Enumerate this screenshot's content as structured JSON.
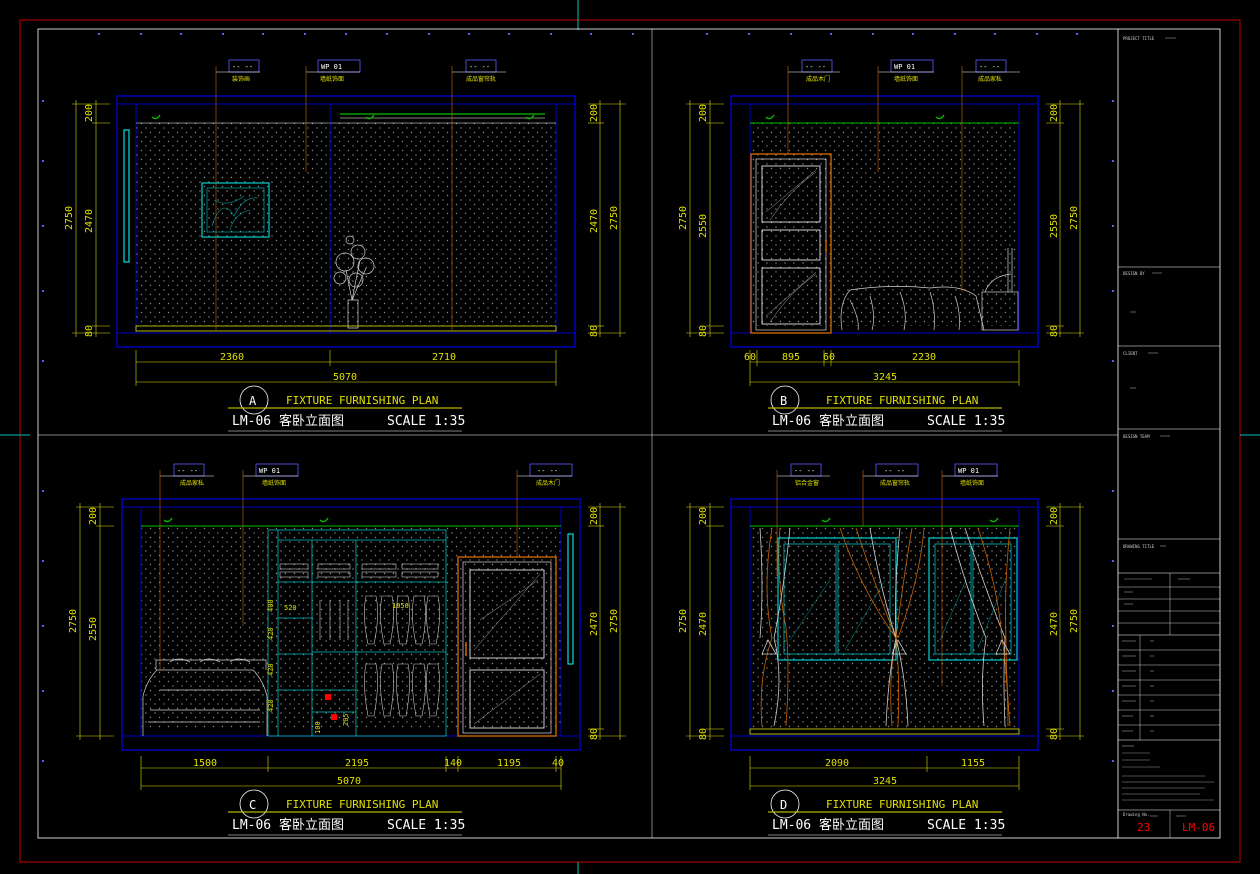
{
  "colors": {
    "background": "#000000",
    "frame": "#c00000",
    "wall": "#0000c8",
    "dim": "#e0e000",
    "white": "#ffffff",
    "green": "#00c000",
    "cyan": "#00c0c0",
    "orange": "#c86400",
    "red": "#ff0000"
  },
  "tag_labels": {
    "dash": "-- --",
    "wp": "WP 01"
  },
  "panels": [
    {
      "letter": "A",
      "title": "FIXTURE FURNISHING PLAN",
      "subtitle": "LM-06 客卧立面图",
      "scale": "SCALE 1:35",
      "left_dims": {
        "outer": "2750",
        "inner": "2470",
        "top": "200",
        "bottom": "80"
      },
      "right_dims": {
        "outer": "2750",
        "inner": "2470",
        "top": "200",
        "bottom": "80"
      },
      "bottom_dims": [
        "2360",
        "2710"
      ],
      "total_dim": "5070",
      "tags": [
        "装饰画",
        "墙纸饰面",
        "成品窗帘轨"
      ]
    },
    {
      "letter": "B",
      "title": "FIXTURE FURNISHING PLAN",
      "subtitle": "LM-06 客卧立面图",
      "scale": "SCALE 1:35",
      "left_dims": {
        "outer": "2750",
        "inner": "2550",
        "top": "200",
        "bottom": "80"
      },
      "right_dims": {
        "outer": "2750",
        "inner": "2550",
        "top": "200",
        "bottom": "80"
      },
      "bottom_dims": [
        "60",
        "895",
        "60",
        "2230"
      ],
      "total_dim": "3245",
      "tags": [
        "成品木门",
        "墙纸饰面",
        "成品家私"
      ]
    },
    {
      "letter": "C",
      "title": "FIXTURE FURNISHING PLAN",
      "subtitle": "LM-06 客卧立面图",
      "scale": "SCALE 1:35",
      "left_dims": {
        "outer": "2750",
        "inner": "2550",
        "top": "200",
        "bottom": "80"
      },
      "right_dims": {
        "outer": "2750",
        "inner": "2470",
        "top": "200",
        "bottom": "80"
      },
      "bottom_dims": [
        "1500",
        "2195",
        "140",
        "1195",
        "40"
      ],
      "total_dim": "5070",
      "tags": [
        "成品家私",
        "墙纸饰面",
        "成品木门"
      ],
      "wardrobe_dims": [
        "520",
        "1050",
        "400",
        "420",
        "420",
        "420",
        "205",
        "100"
      ]
    },
    {
      "letter": "D",
      "title": "FIXTURE FURNISHING PLAN",
      "subtitle": "LM-06 客卧立面图",
      "scale": "SCALE 1:35",
      "left_dims": {
        "outer": "2750",
        "inner": "2470",
        "top": "200",
        "bottom": "80"
      },
      "right_dims": {
        "outer": "2750",
        "inner": "2470",
        "top": "200",
        "bottom": "80"
      },
      "bottom_dims": [
        "2090",
        "1155"
      ],
      "total_dim": "3245",
      "tags": [
        "铝合金窗",
        "成品窗帘轨",
        "墙纸饰面"
      ]
    }
  ],
  "title_block": {
    "project_title": "PROJECT TITLE",
    "design_by": "DESIGN BY",
    "client": "CLIENT",
    "design_team": "DESIGN TEAM",
    "drawing_title": "DRAWING TITLE",
    "drawing_no_label": "Drawing No.",
    "sheet_number": "23",
    "drawing_code": "LM-06"
  }
}
